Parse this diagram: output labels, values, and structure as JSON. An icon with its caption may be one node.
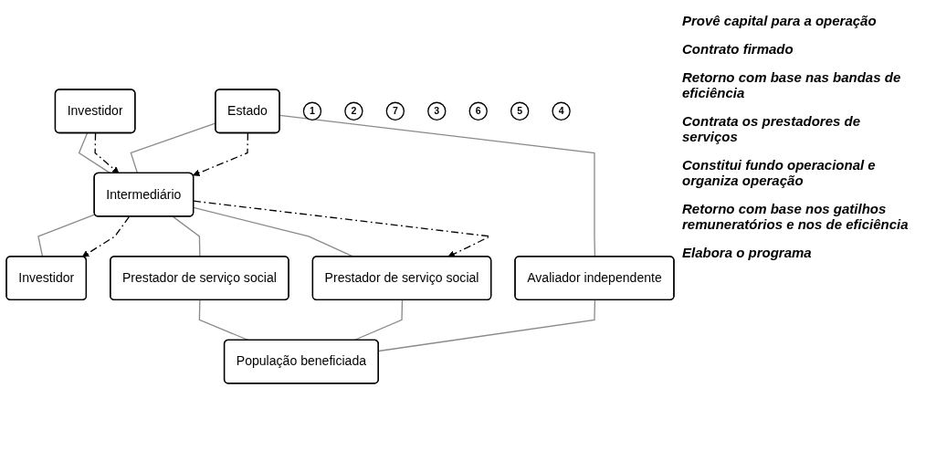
{
  "diagram": {
    "nodes": [
      {
        "text": [
          "Estado"
        ]
      },
      {
        "text": [
          "5"
        ]
      },
      {
        "text": [
          "1"
        ]
      },
      {
        "text": [
          "Investidor"
        ]
      },
      {
        "text": [
          "2"
        ]
      },
      {
        "text": [
          "6"
        ]
      },
      {
        "text": [
          "Intermediário"
        ]
      },
      {
        "text": [
          "Investidor"
        ]
      },
      {
        "text": [
          "Avaliador independente"
        ]
      },
      {
        "text": [
          "7"
        ]
      },
      {
        "text": [
          "3"
        ]
      },
      {
        "text": [
          "Prestador de serviço social"
        ]
      },
      {
        "text": [
          "Prestador de serviço social"
        ]
      },
      {
        "text": [
          "4"
        ]
      },
      {
        "text": [
          "População beneficiada"
        ]
      }
    ],
    "edges": [
      {
        "from": 3,
        "to": 6,
        "arrow": "none"
      },
      {
        "from": 3,
        "to": 6,
        "arrow": "to",
        "style": "dashed",
        "color": "#000000"
      },
      {
        "from": 0,
        "to": 6,
        "arrow": "none"
      },
      {
        "from": 0,
        "to": 6,
        "arrow": "to",
        "style": "dashed",
        "color": "#000000"
      },
      {
        "from": 6,
        "to": 7,
        "arrow": "none"
      },
      {
        "from": 6,
        "to": 7,
        "arrow": "to",
        "style": "dashed",
        "color": "#000000"
      },
      {
        "from": 0,
        "to": 8,
        "arrow": "none"
      },
      {
        "from": 6,
        "to": 11,
        "arrow": "none"
      },
      {
        "from": 6,
        "to": 12,
        "arrow": "none"
      },
      {
        "from": 6,
        "to": 12,
        "arrow": "to",
        "style": "dashed",
        "color": "#000000"
      },
      {
        "from": 11,
        "to": 14,
        "arrow": "none"
      },
      {
        "from": 12,
        "to": 14,
        "arrow": "none"
      },
      {
        "from": 8,
        "to": 14,
        "arrow": "none"
      }
    ],
    "labels": [
      "Provê capital para a operação",
      "Contrato firmado",
      "Retorno com base nas bandas de eficiência",
      "Contrata os prestadores de serviços",
      "Constitui fundo operacional e organiza operação",
      "Retorno com base nos gatilhos remuneratórios e nos de eficiência",
      "Elabora o programa"
    ]
  }
}
